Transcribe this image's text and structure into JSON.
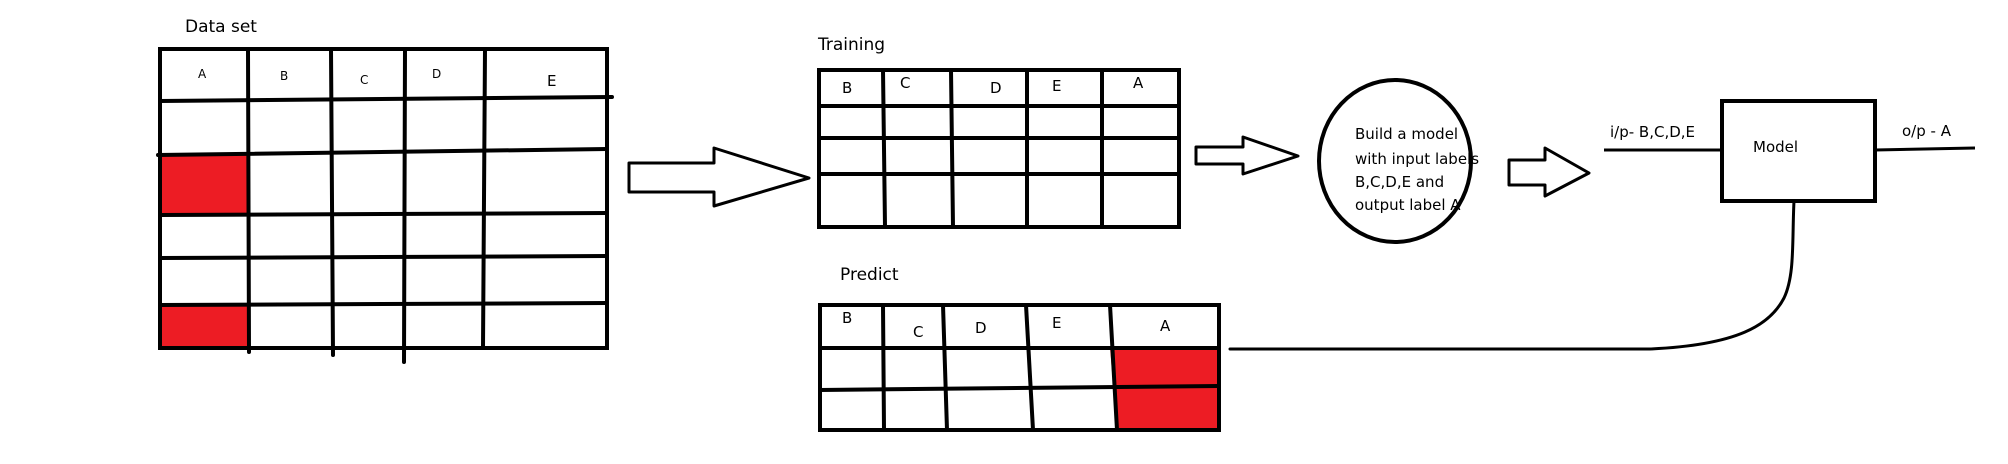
{
  "dataset": {
    "title": "Data set",
    "columns": [
      "A",
      "B",
      "C",
      "D",
      "E"
    ],
    "highlight_color": "#ed1c24"
  },
  "training": {
    "title": "Training",
    "columns": [
      "B",
      "C",
      "D",
      "E",
      "A"
    ]
  },
  "predict": {
    "title": "Predict",
    "columns": [
      "B",
      "C",
      "D",
      "E",
      "A"
    ],
    "highlight_color": "#ed1c24"
  },
  "build_step": {
    "lines": [
      "Build a model",
      "with input labels",
      "B,C,D,E and",
      "output label A"
    ]
  },
  "model": {
    "label": "Model",
    "input_label": "i/p- B,C,D,E",
    "output_label": "o/p - A"
  }
}
